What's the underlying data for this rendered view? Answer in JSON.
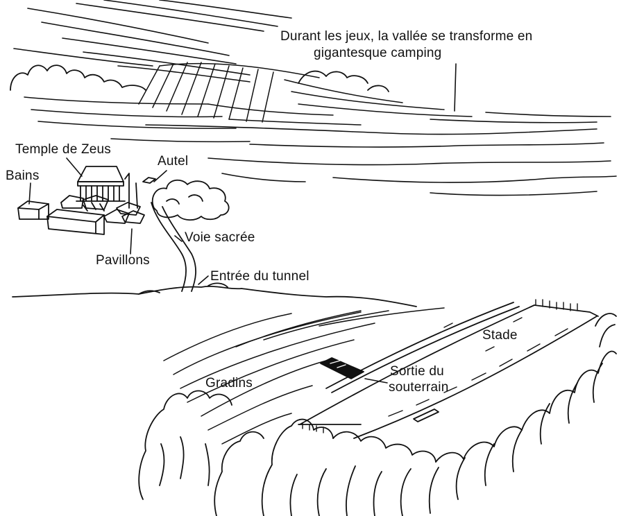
{
  "labels": {
    "camping_line1": "Durant les jeux, la vallée se transforme en",
    "camping_line2": "gigantesque camping",
    "temple": "Temple de Zeus",
    "autel": "Autel",
    "bains": "Bains",
    "pavillons": "Pavillons",
    "voie": "Voie sacrée",
    "tunnel": "Entrée du tunnel",
    "stade": "Stade",
    "gradins": "Gradins",
    "sortie_line1": "Sortie du",
    "sortie_line2": "souterrain"
  },
  "colors": {
    "ink": "#111111",
    "paper": "#ffffff"
  }
}
